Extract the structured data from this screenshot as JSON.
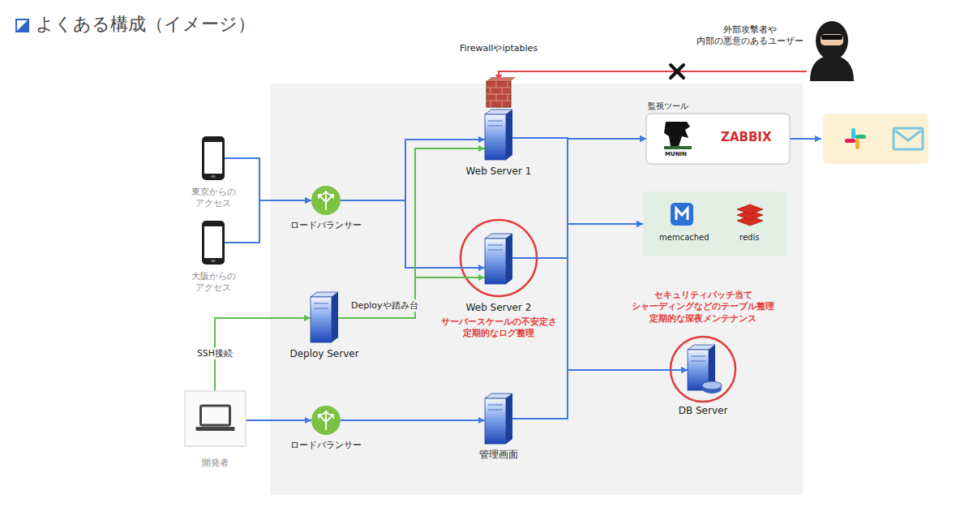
{
  "diagram": {
    "title": "よくある構成（イメージ）",
    "nodes": [
      {
        "text": [
          "Firewallやiptables"
        ]
      },
      {
        "text": [
          "外部攻撃者や 内部の悪意のあるユーザー"
        ]
      },
      {
        "text": [
          "Web Server 1"
        ]
      },
      {
        "text": [
          "監視ツール",
          "MUNIN",
          "ZABBIX"
        ]
      },
      {
        "text": [
          "東京からの アクセス"
        ]
      },
      {
        "text": [
          "ロードバランサー"
        ]
      },
      {
        "text": [
          "memcached",
          "redis"
        ]
      },
      {
        "text": [
          "大阪からの アクセス"
        ]
      },
      {
        "text": [
          "Web Server 2",
          "サーバースケールの不安定さ 定期的なログ整理"
        ]
      },
      {
        "text": [
          "Deploy Server"
        ]
      },
      {
        "text": [
          "セキュリティパッチ当て シャーディングなどのテーブル整理 定期的な深夜メンテナンス",
          "DB Server"
        ]
      },
      {
        "text": [
          "開発者"
        ]
      },
      {
        "text": [
          "ロードバランサー"
        ]
      },
      {
        "text": [
          "管理画面"
        ]
      }
    ],
    "edges": [
      {
        "from": 1,
        "to": 0,
        "arrow": "to"
      },
      {
        "from": 4,
        "to": 5,
        "arrow": "to"
      },
      {
        "from": 7,
        "to": 5,
        "arrow": "to"
      },
      {
        "from": 5,
        "to": 2,
        "arrow": "to"
      },
      {
        "from": 5,
        "to": 8,
        "arrow": "to"
      },
      {
        "from": 9,
        "to": 2,
        "label": "Deployや踏み台",
        "arrow": "to"
      },
      {
        "from": 9,
        "to": 8,
        "arrow": "to"
      },
      {
        "from": 11,
        "to": 9,
        "label": "SSH接続",
        "arrow": "to"
      },
      {
        "from": 11,
        "to": 12,
        "arrow": "to"
      },
      {
        "from": 12,
        "to": 13,
        "arrow": "to"
      },
      {
        "from": 2,
        "to": 3,
        "arrow": "to"
      },
      {
        "from": 2,
        "to": 6,
        "arrow": "to"
      },
      {
        "from": 2,
        "to": 10,
        "arrow": "to"
      },
      {
        "from": 8,
        "to": 3,
        "arrow": "to"
      },
      {
        "from": 8,
        "to": 6,
        "arrow": "to"
      },
      {
        "from": 8,
        "to": 10,
        "arrow": "to"
      },
      {
        "from": 13,
        "to": 3,
        "arrow": "to"
      },
      {
        "from": 13,
        "to": 6,
        "arrow": "to"
      },
      {
        "from": 13,
        "to": 10,
        "arrow": "to"
      }
    ]
  }
}
